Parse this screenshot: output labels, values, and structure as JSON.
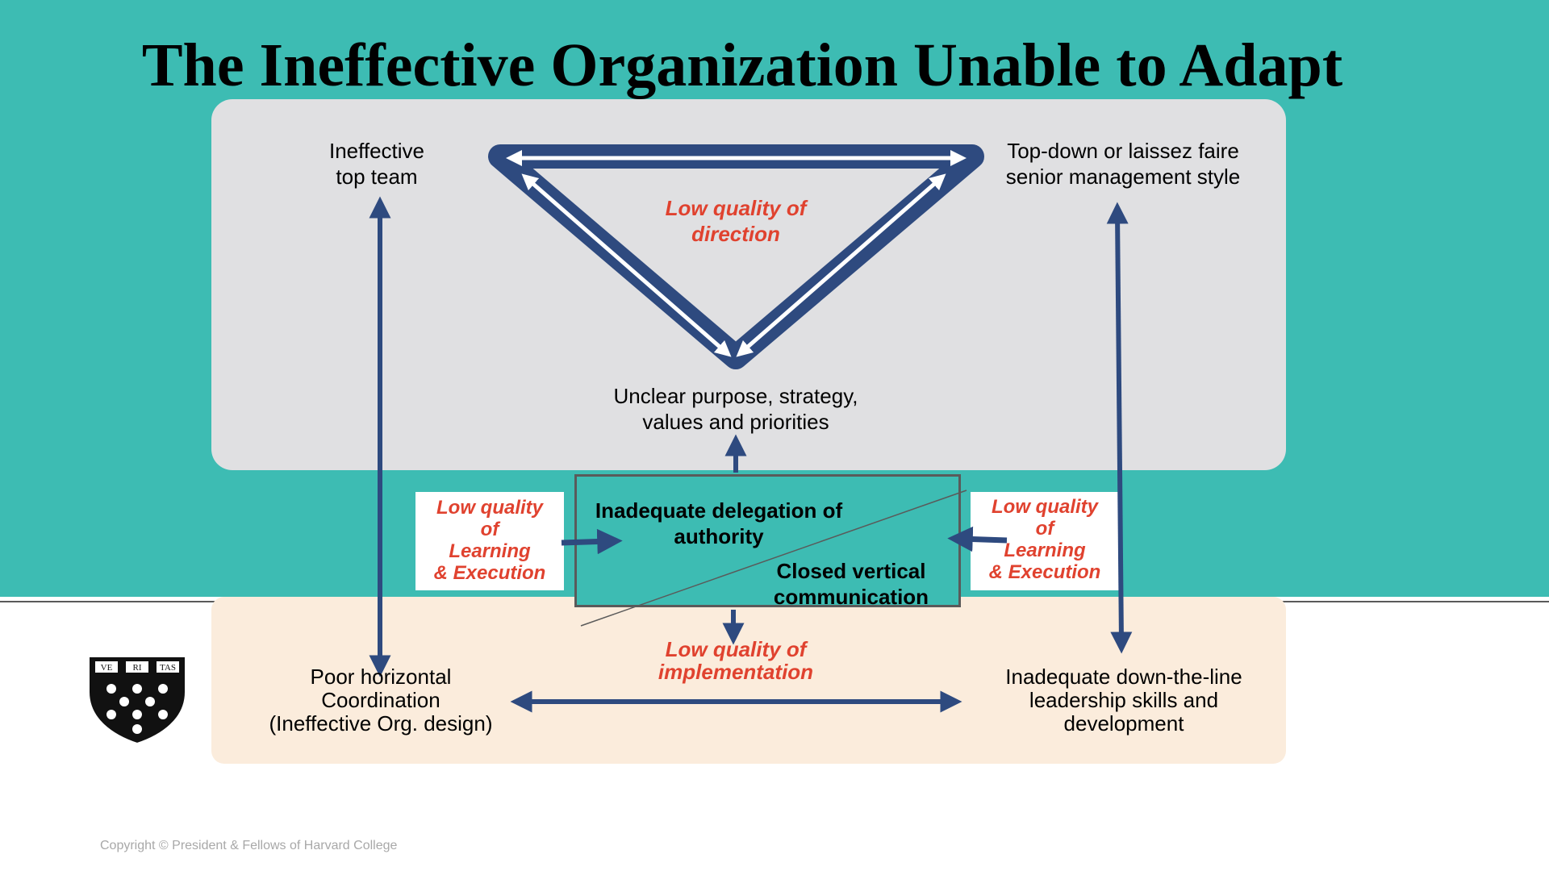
{
  "title": "The Ineffective Organization Unable to Adapt",
  "nodes": {
    "top_left": [
      "Ineffective",
      "top team"
    ],
    "top_right": [
      "Top-down or laissez faire",
      "senior management style"
    ],
    "center_top": [
      "Unclear purpose, strategy,",
      "values and priorities"
    ],
    "bottom_left": [
      "Poor horizontal",
      "Coordination",
      "(Ineffective Org. design)"
    ],
    "bottom_right": [
      "Inadequate down-the-line",
      "leadership skills and",
      "development"
    ],
    "box_upper": [
      "Inadequate delegation of",
      "authority"
    ],
    "box_lower": [
      "Closed vertical",
      "communication"
    ]
  },
  "annotations": {
    "direction": [
      "Low quality of",
      "direction"
    ],
    "implementation": [
      "Low quality of",
      "implementation"
    ],
    "learning_left": [
      "Low quality",
      "of",
      "Learning",
      "& Execution"
    ],
    "learning_right": [
      "Low quality",
      "of",
      "Learning",
      "& Execution"
    ]
  },
  "shield_text": [
    "VE",
    "RI",
    "TAS"
  ],
  "copyright": "Copyright © President & Fellows of Harvard College",
  "colors": {
    "teal": "#3dbcb3",
    "navy": "#2e4a7f",
    "red": "#e0422f",
    "panel_gray": "#e0e0e2",
    "panel_cream": "#fbecdc"
  }
}
